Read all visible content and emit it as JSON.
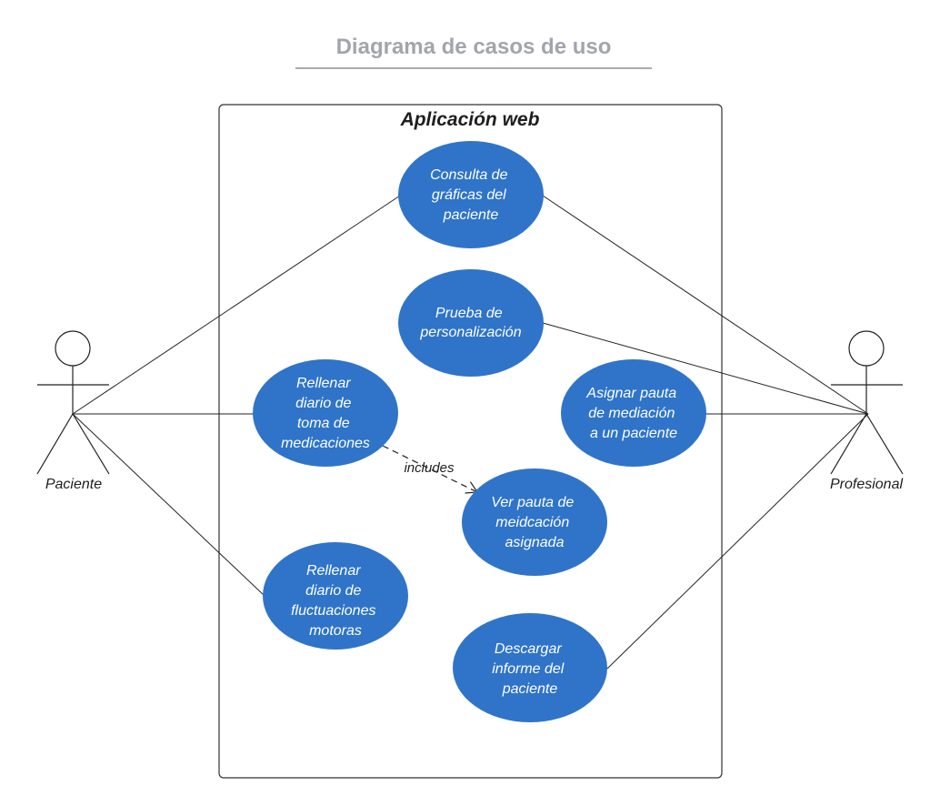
{
  "title": "Diagrama de casos de uso",
  "system": {
    "label": "Aplicación web"
  },
  "actors": {
    "patient": {
      "label": "Paciente"
    },
    "professional": {
      "label": "Profesional"
    }
  },
  "use_cases": {
    "consulta": {
      "lines": [
        "Consulta de",
        "gráficas del",
        "paciente"
      ]
    },
    "prueba": {
      "lines": [
        "Prueba de",
        "personalización"
      ]
    },
    "rellenar_toma": {
      "lines": [
        "Rellenar",
        "diario de",
        "toma de",
        "medicaciones"
      ]
    },
    "asignar": {
      "lines": [
        "Asignar pauta",
        "de mediación",
        "a un paciente"
      ]
    },
    "ver_pauta": {
      "lines": [
        "Ver pauta de",
        "meidcación",
        "asignada"
      ]
    },
    "fluctuaciones": {
      "lines": [
        "Rellenar",
        "diario de",
        "fluctuaciones",
        "motoras"
      ]
    },
    "descargar": {
      "lines": [
        "Descargar",
        "informe del",
        "paciente"
      ]
    }
  },
  "relations": {
    "include_label": "includes"
  },
  "colors": {
    "use_case_fill": "#2f74c9",
    "title": "#a2a5ad",
    "line": "#222222"
  }
}
